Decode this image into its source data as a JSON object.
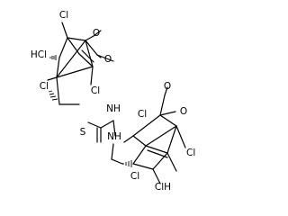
{
  "molecule": {
    "labels": {
      "cl_top_1": "Cl",
      "hcl_1": "HCl",
      "cl_left_1": "Cl",
      "cl_right_1": "Cl",
      "o_top_1": "O",
      "o_side_1": "O",
      "nh_1": "NH",
      "s": "S",
      "nh_2": "NH",
      "o_top_2": "O",
      "o_side_2": "O",
      "cl_left_2": "Cl",
      "cl_right_2": "Cl",
      "cl_bottom_2": "Cl",
      "clh_2": "ClH"
    },
    "colors": {
      "bond": "#000000",
      "text": "#000000",
      "background": "#ffffff"
    }
  }
}
